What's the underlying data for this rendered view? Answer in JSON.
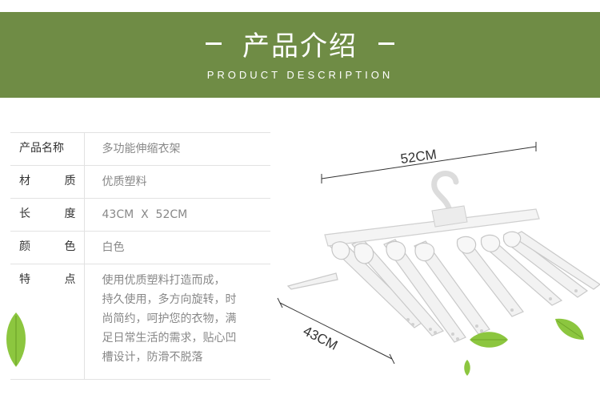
{
  "header": {
    "title": "产品介绍",
    "subtitle": "PRODUCT DESCRIPTION"
  },
  "specs": [
    {
      "label": "产品名称",
      "value": "多功能伸缩衣架"
    },
    {
      "label": [
        "材",
        "质"
      ],
      "value": "优质塑料"
    },
    {
      "label": [
        "长",
        "度"
      ],
      "value": "43CM  X  52CM"
    },
    {
      "label": [
        "颜",
        "色"
      ],
      "value": "白色"
    },
    {
      "label": [
        "特",
        "点"
      ],
      "value_lines": [
        "使用优质塑料打造而成，",
        "持久使用，多方向旋转，时",
        "尚简约，呵护您的衣物，满",
        "足日常生活的需求，贴心凹",
        "槽设计，防滑不脱落"
      ]
    }
  ],
  "dimensions": {
    "width_label": "52CM",
    "depth_label": "43CM"
  },
  "colors": {
    "banner": "#6f8c45",
    "leaf": "#8cc63f"
  }
}
